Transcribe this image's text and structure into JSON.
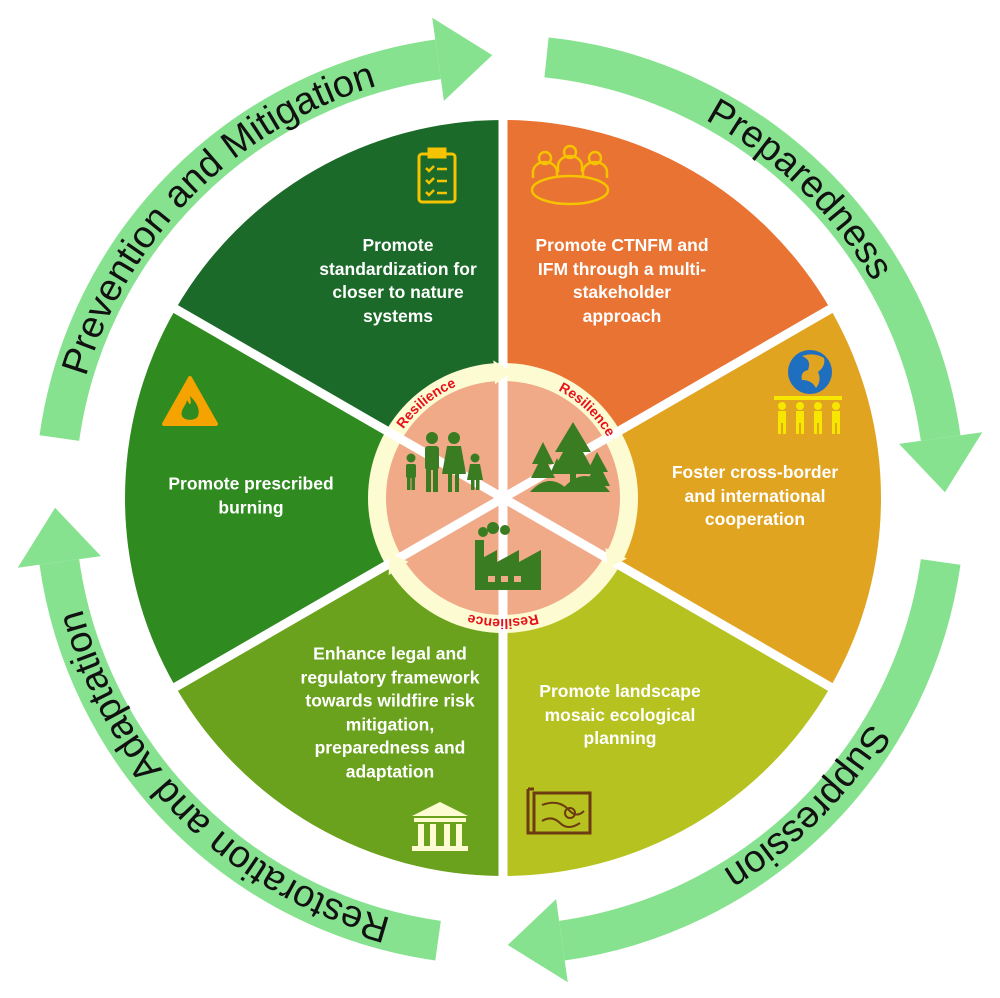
{
  "phases": {
    "prevention": "Prevention and Mitigation",
    "preparedness": "Preparedness",
    "suppression": "Suppression",
    "restoration": "Restoration and Adaptation"
  },
  "center": {
    "resilience_label": "Resilience"
  },
  "sectors": {
    "top_left": {
      "lines": [
        "Promote",
        "standardization for",
        "closer to nature",
        "systems"
      ],
      "icon": "clipboard-icon",
      "color": "#1b6a29"
    },
    "top_right": {
      "lines": [
        "Promote CTNFM and",
        "IFM through a multi-",
        "stakeholder",
        "approach"
      ],
      "icon": "meeting-icon",
      "color": "#e87333"
    },
    "left": {
      "lines": [
        "Promote prescribed",
        "burning"
      ],
      "icon": "fire-warning-icon",
      "color": "#2f8a1f"
    },
    "right": {
      "lines": [
        "Foster cross-border",
        "and international",
        "cooperation"
      ],
      "icon": "globe-people-icon",
      "color": "#e0a421"
    },
    "bottom_left": {
      "lines": [
        "Enhance legal and",
        "regulatory framework",
        "towards wildfire risk",
        "mitigation,",
        "preparedness and",
        "adaptation"
      ],
      "icon": "institution-icon",
      "color": "#6aa21d"
    },
    "bottom_right": {
      "lines": [
        "Promote landscape",
        "mosaic ecological",
        "planning"
      ],
      "icon": "map-icon",
      "color": "#b5c21f"
    }
  },
  "colors": {
    "outer_ring": "#86e28f",
    "inner_ring": "#fdfbd2",
    "inner_fill": "#f0aa88",
    "inner_icon": "#3a7c22",
    "resilience_text": "#e8101a"
  }
}
